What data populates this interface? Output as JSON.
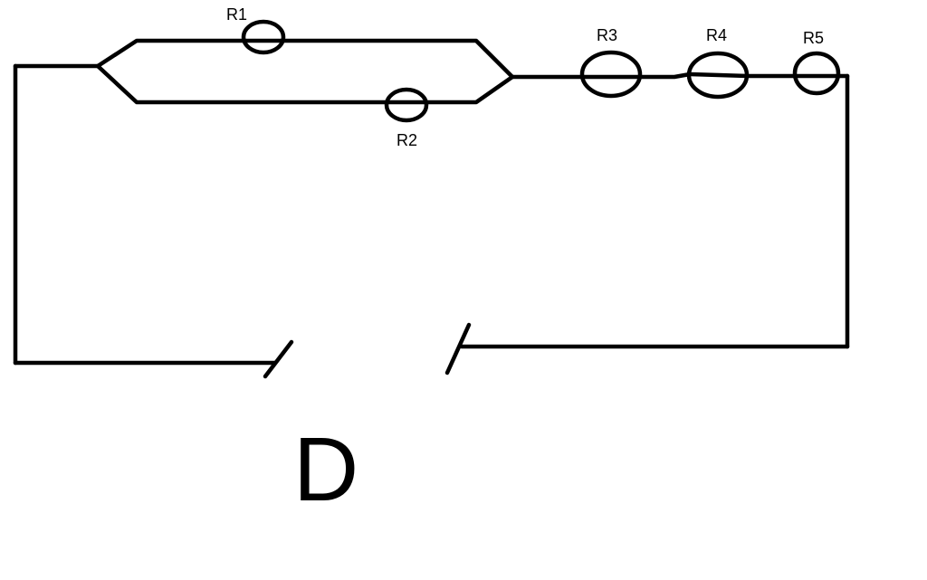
{
  "diagram": {
    "resistors": {
      "r1": "R1",
      "r2": "R2",
      "r3": "R3",
      "r4": "R4",
      "r5": "R5"
    },
    "option_letter": "D"
  }
}
